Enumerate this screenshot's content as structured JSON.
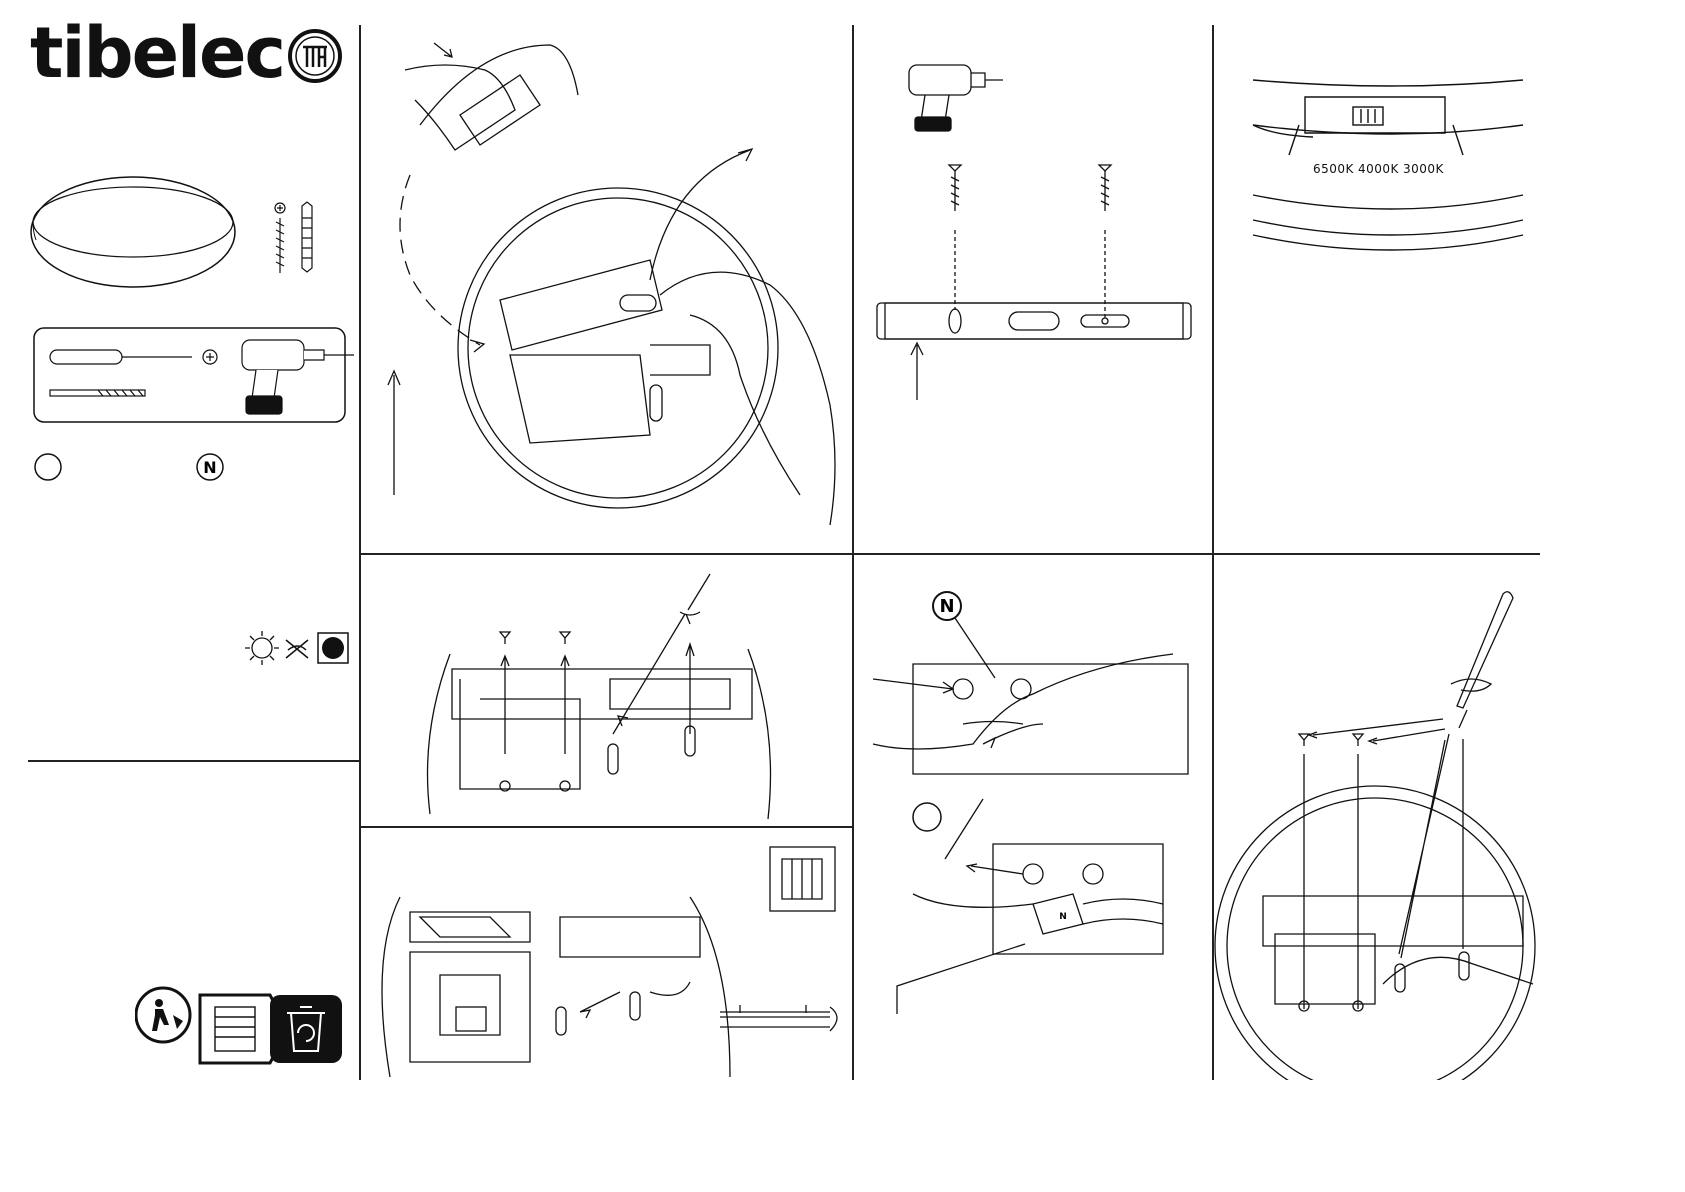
{
  "brand": {
    "name": "tibelec",
    "mark": "TIB"
  },
  "icons": {
    "neutral": "N",
    "live": ""
  },
  "colour_selector": {
    "options": [
      "6500K",
      "4000K",
      "3000K"
    ]
  },
  "connector_labels": {
    "top_n": "N",
    "bottom_connector": "N"
  },
  "colors": {
    "ink": "#111111",
    "paper": "#ffffff",
    "divider": "#222222"
  }
}
